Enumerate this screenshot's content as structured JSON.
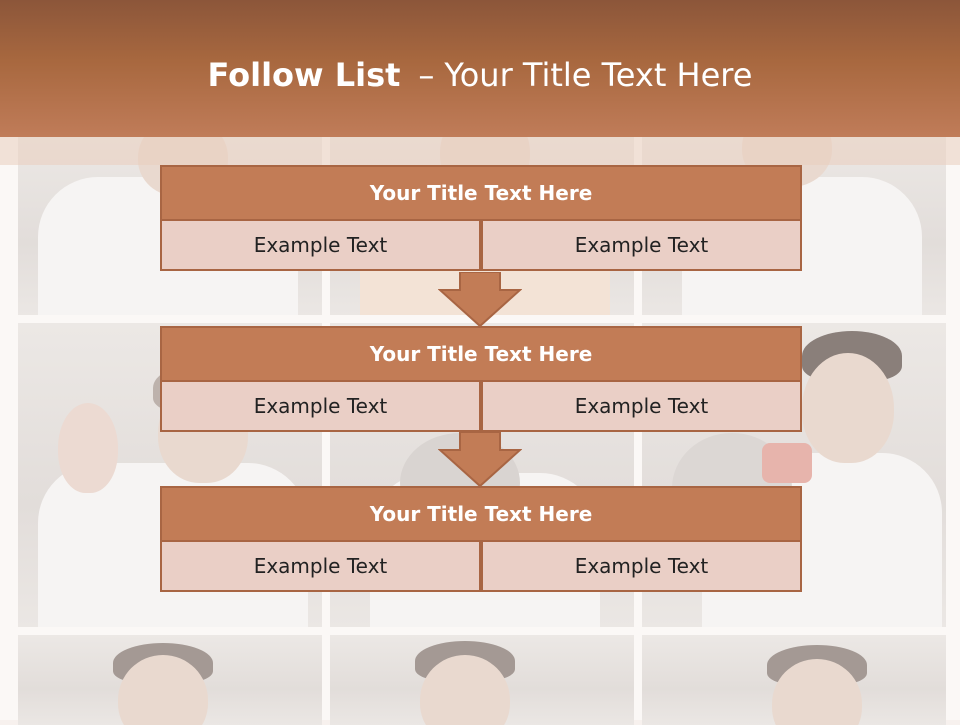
{
  "slide": {
    "title_bold": "Follow List",
    "title_separator": "–",
    "title_rest": "Your Title Text Here"
  },
  "colors": {
    "header": "#a8683f",
    "block_header": "#c27c56",
    "block_border": "#a86543",
    "cell": "#eacfc6"
  },
  "blocks": [
    {
      "title": "Your Title Text Here",
      "left": "Example Text",
      "right": "Example Text"
    },
    {
      "title": "Your Title Text Here",
      "left": "Example Text",
      "right": "Example Text"
    },
    {
      "title": "Your Title Text Here",
      "left": "Example Text",
      "right": "Example Text"
    }
  ],
  "connector_icon": "down-arrow-icon"
}
